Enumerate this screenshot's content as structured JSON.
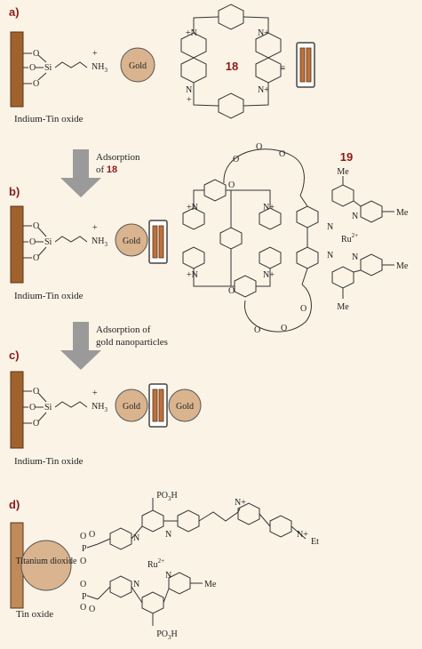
{
  "colors": {
    "background": "#fbf3e6",
    "electrode": "#a0622d",
    "gold": "#d9b48f",
    "label": "#8b1a1a",
    "arrow": "#9a9a9a"
  },
  "panels": {
    "a": {
      "label": "a)",
      "electrode": "Indium-Tin oxide",
      "si": "Si",
      "o": "O",
      "amine": "NH",
      "amine_sub": "3",
      "plus": "+",
      "gold": "Gold",
      "compound": "18",
      "equiv": "≡"
    },
    "b": {
      "label": "b)",
      "electrode": "Indium-Tin oxide",
      "si": "Si",
      "amine": "NH",
      "amine_sub": "3",
      "plus": "+",
      "gold": "Gold",
      "compound": "19",
      "me": "Me",
      "ru": "Ru",
      "ru_charge": "2+",
      "n": "N",
      "o": "O"
    },
    "c": {
      "label": "c)",
      "electrode": "Indium-Tin oxide",
      "si": "Si",
      "amine": "NH",
      "amine_sub": "3",
      "plus": "+",
      "gold_left": "Gold",
      "gold_right": "Gold"
    },
    "d": {
      "label": "d)",
      "electrode": "Tin oxide",
      "particle": "Titanium dioxide",
      "p": "P",
      "po3h": "PO",
      "po3h_sub": "3",
      "po3h_h": "H",
      "ru": "Ru",
      "ru_charge": "2+",
      "me": "Me",
      "ethyl": "Et"
    }
  },
  "steps": {
    "step1": {
      "line1": "Adsorption",
      "line2_prefix": "of ",
      "line2_bold": "18"
    },
    "step2": {
      "line1": "Adsorption of",
      "line2": "gold nanoparticles"
    }
  }
}
